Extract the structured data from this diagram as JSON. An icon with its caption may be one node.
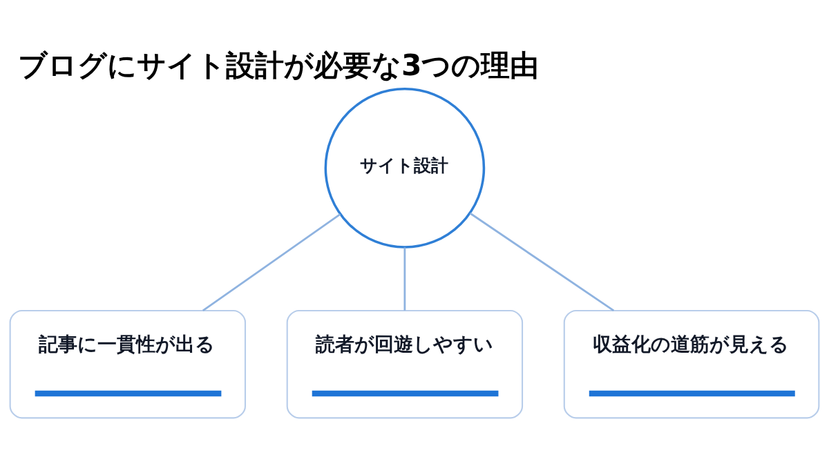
{
  "diagram": {
    "title": "ブログにサイト設計が必要な3つの理由",
    "nodes": [
      {
        "text": [
          "サイト設計"
        ]
      },
      {
        "text": [
          "記事に一貫性が出る"
        ]
      },
      {
        "text": [
          "読者が回遊しやすい"
        ]
      },
      {
        "text": [
          "収益化の道筋が見える"
        ]
      }
    ],
    "edges": [
      {
        "from": 0,
        "to": 1,
        "arrow": "none"
      },
      {
        "from": 0,
        "to": 2,
        "arrow": "none"
      },
      {
        "from": 0,
        "to": 3,
        "arrow": "none"
      }
    ]
  }
}
